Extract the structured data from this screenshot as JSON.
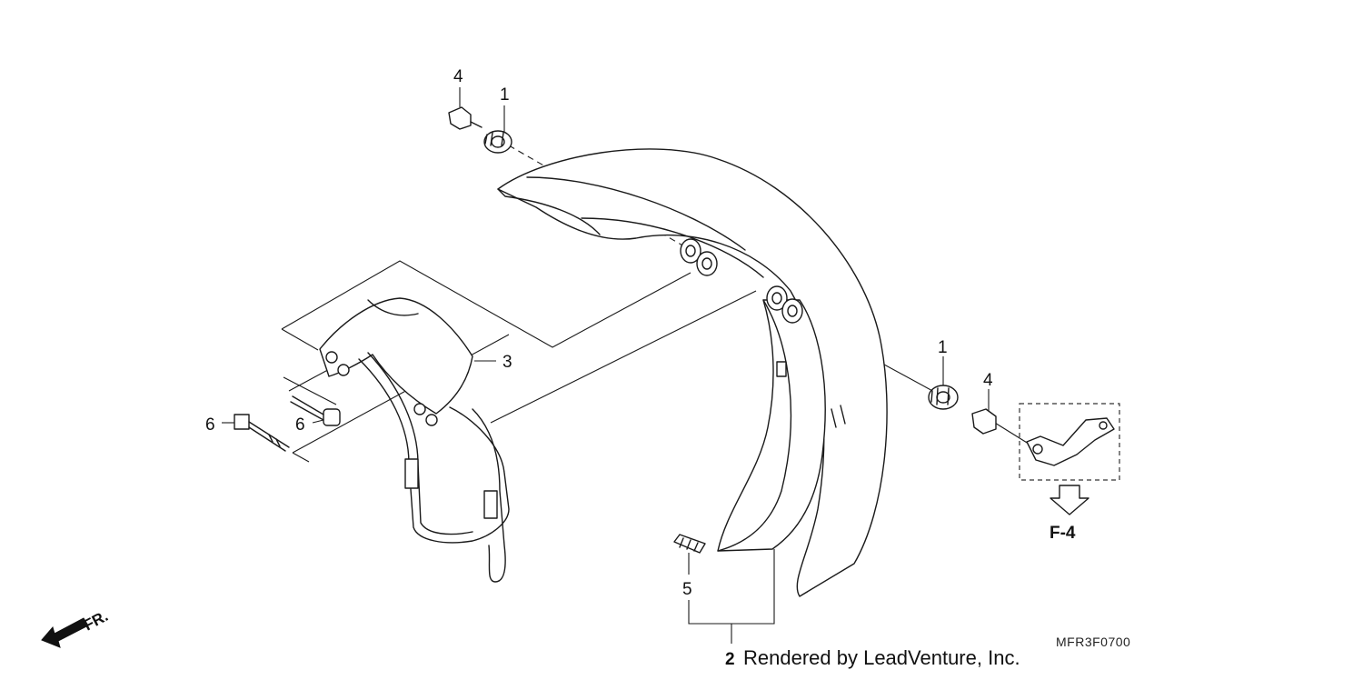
{
  "callouts": {
    "c1_top": "1",
    "c4_top": "4",
    "c3": "3",
    "c6_left": "6",
    "c6_right": "6",
    "c1_right": "1",
    "c4_right": "4",
    "c5": "5",
    "c2": "2"
  },
  "reference": "F-4",
  "direction_label": "FR.",
  "diagram_code": "MFR3F0700",
  "credit": "Rendered by LeadVenture, Inc."
}
